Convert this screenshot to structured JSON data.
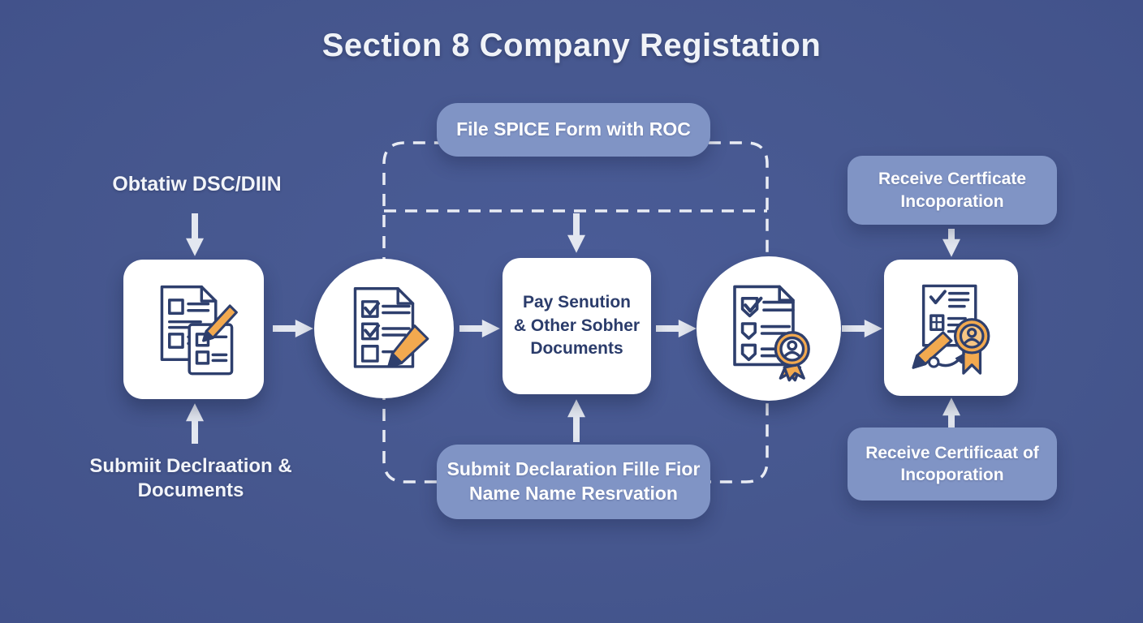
{
  "title": "Section 8 Company Registation",
  "colors": {
    "background": "#46578e",
    "panel_blue": "#8094c5",
    "node_white": "#ffffff",
    "navy_text": "#2b3c6b",
    "icon_outline": "#2e3f6d",
    "orange_accent": "#f2a94f",
    "connector_light": "#e3e7f0"
  },
  "labels": {
    "obtain_dsc": "Obtatiw DSC/DIIN",
    "submit_declaration": "Submiit Declraation &\nDocuments",
    "file_spice": "File SPICE Form with ROC",
    "pay_documents": "Pay Senution\n& Other Sobher\nDocuments",
    "name_reservation": "Submit Declaration Fille Fior\nName Name Resrvation",
    "receive_certificate_top": "Receive Certficate\nIncoporation",
    "receive_certificate_bottom": "Receive Certificaat of\nIncoporation"
  },
  "icons": {
    "node1": "documents-pencil-icon",
    "node2": "checklist-pencil-icon",
    "node4": "document-badge-icon",
    "node5": "certificate-badge-pencil-icon"
  }
}
